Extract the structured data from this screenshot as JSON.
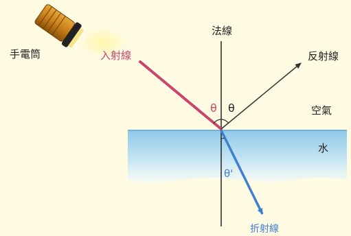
{
  "labels": {
    "normal": "法線",
    "flashlight": "手電筒",
    "incident": "入射線",
    "reflected": "反射線",
    "air": "空氣",
    "water": "水",
    "refracted": "折射線",
    "theta_incident": "θ",
    "theta_reflected": "θ",
    "theta_refracted": "θ'"
  },
  "colors": {
    "background": "#fffbe3",
    "incident_ray": "#c8456b",
    "refracted_ray": "#3f7fd0",
    "reflected_ray": "#333333",
    "water_top": "#8fc9e8",
    "water_bottom": "#eef8fc",
    "normal_line": "#222222"
  },
  "icons": {
    "flashlight": "flashlight-icon"
  }
}
